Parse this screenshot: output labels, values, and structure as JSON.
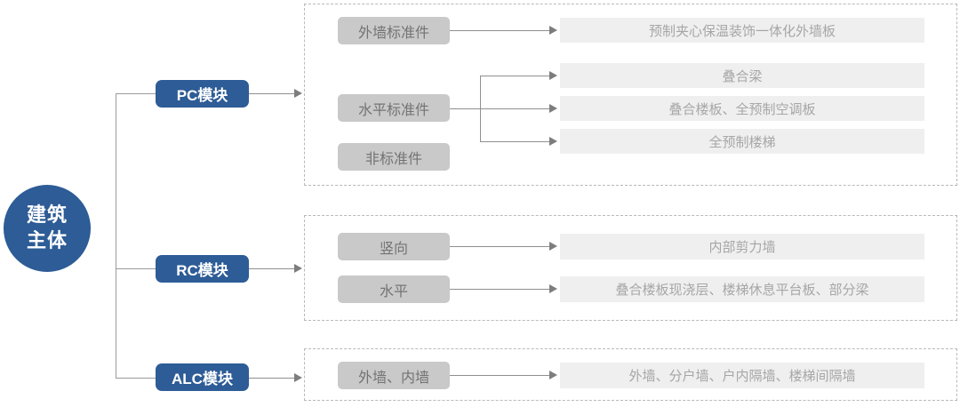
{
  "diagram": {
    "title_hint": "building-system-breakdown",
    "root": {
      "label": "建筑\n主体"
    },
    "branches": [
      {
        "module": "PC模块",
        "components": [
          "外墙标准件",
          "水平标准件",
          "非标准件"
        ],
        "products": [
          "预制夹心保温装饰一体化外墙板",
          "叠合梁",
          "叠合楼板、全预制空调板",
          "全预制楼梯"
        ]
      },
      {
        "module": "RC模块",
        "components": [
          "竖向",
          "水平"
        ],
        "products": [
          "内部剪力墙",
          "叠合楼板现浇层、楼梯休息平台板、部分梁"
        ]
      },
      {
        "module": "ALC模块",
        "components": [
          "外墙、内墙"
        ],
        "products": [
          "外墙、分户墙、户内隔墙、楼梯间隔墙"
        ]
      }
    ],
    "colors": {
      "node_blue": "#2d5c96",
      "component_gray": "#c9c9c9",
      "product_gray": "#efefef",
      "line_gray": "#8f8f8f",
      "dashed_border": "#b9b9b9",
      "component_text": "#737373",
      "product_text": "#a6a6a6"
    }
  }
}
